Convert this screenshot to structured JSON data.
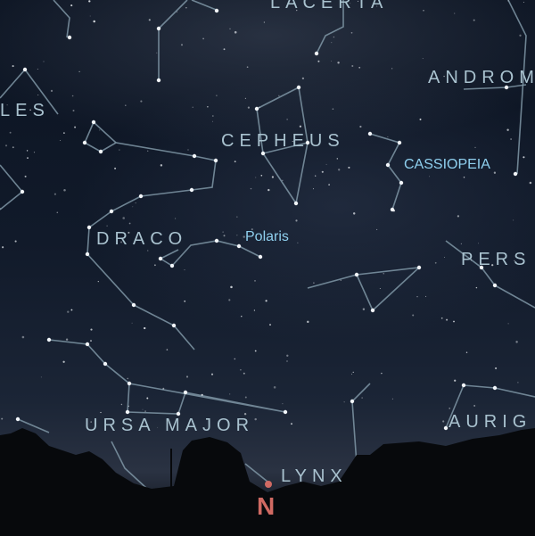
{
  "labels": {
    "lacerta": "LACERTA",
    "andromeda": "ANDROM",
    "hercules": "LES",
    "cepheus": "CEPHEUS",
    "cassiopeia": "CASSIOPEIA",
    "draco": "DRACO",
    "polaris": "Polaris",
    "perseus": "PERS",
    "ursa_major": "URSA MAJOR",
    "auriga": "AURIG",
    "lynx": "LYNX"
  },
  "compass": {
    "direction": "N"
  },
  "colors": {
    "line": "#7f97a6",
    "star": "#f2f6fa",
    "label": "#a9c2cf",
    "highlight": "#8fd0ef",
    "north": "#d06a63"
  }
}
